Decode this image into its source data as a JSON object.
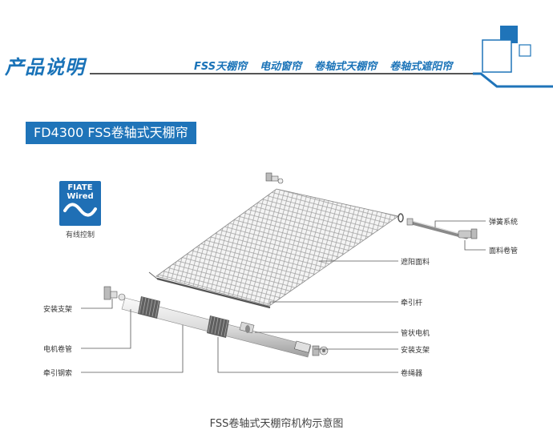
{
  "header": {
    "title": "产品说明",
    "nav": [
      "FSS天棚帘",
      "电动窗帘",
      "卷轴式天棚帘",
      "卷轴式遮阳帘"
    ]
  },
  "product_tag": "FD4300 FSS卷轴式天棚帘",
  "badge": {
    "line1": "FIATE",
    "line2": "Wired",
    "caption": "有线控制"
  },
  "labels": {
    "left": [
      "安装支架",
      "电机卷管",
      "牵引钢索"
    ],
    "right": [
      "弹簧系统",
      "面料卷管",
      "遮阳面料",
      "牵引杆",
      "管状电机",
      "安装支架",
      "卷绳器"
    ]
  },
  "caption": "FSS卷轴式天棚帘机构示意图",
  "colors": {
    "brand_blue": "#1f74b9",
    "accent_blue": "#1a73b8"
  }
}
